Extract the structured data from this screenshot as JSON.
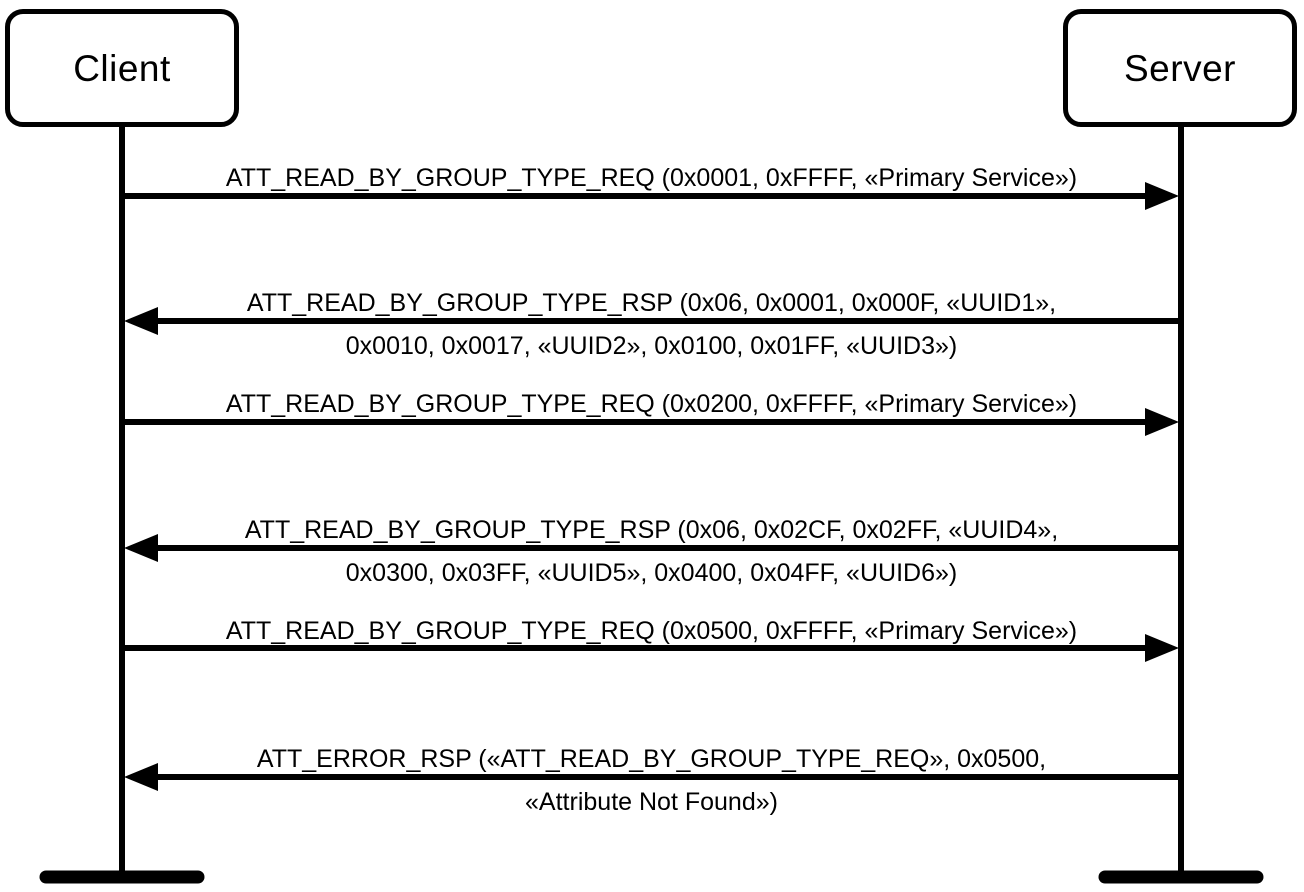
{
  "diagram": {
    "type": "sequence-diagram",
    "colors": {
      "line": "#000000",
      "text": "#000000",
      "background": "#ffffff"
    },
    "participants": [
      {
        "id": "client",
        "label": "Client"
      },
      {
        "id": "server",
        "label": "Server"
      }
    ],
    "messages": [
      {
        "from": "client",
        "to": "server",
        "line1": "ATT_READ_BY_GROUP_TYPE_REQ (0x0001, 0xFFFF, «Primary Service»)"
      },
      {
        "from": "server",
        "to": "client",
        "line1": "ATT_READ_BY_GROUP_TYPE_RSP (0x06, 0x0001, 0x000F, «UUID1»,",
        "line2": "0x0010, 0x0017, «UUID2», 0x0100, 0x01FF, «UUID3»)"
      },
      {
        "from": "client",
        "to": "server",
        "line1": "ATT_READ_BY_GROUP_TYPE_REQ (0x0200, 0xFFFF, «Primary Service»)"
      },
      {
        "from": "server",
        "to": "client",
        "line1": "ATT_READ_BY_GROUP_TYPE_RSP (0x06, 0x02CF, 0x02FF, «UUID4»,",
        "line2": "0x0300, 0x03FF, «UUID5», 0x0400, 0x04FF, «UUID6»)"
      },
      {
        "from": "client",
        "to": "server",
        "line1": "ATT_READ_BY_GROUP_TYPE_REQ (0x0500, 0xFFFF, «Primary Service»)"
      },
      {
        "from": "server",
        "to": "client",
        "line1": "ATT_ERROR_RSP («ATT_READ_BY_GROUP_TYPE_REQ», 0x0500,",
        "line2": "«Attribute Not Found»)"
      }
    ]
  }
}
